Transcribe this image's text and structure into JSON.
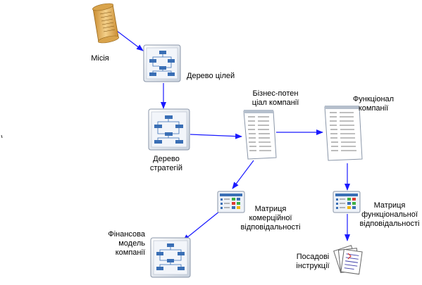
{
  "nodes": {
    "mission": "Місія",
    "goal_tree": "Дерево цілей",
    "strategy_tree": [
      "Дерево",
      "стратегій"
    ],
    "business_potential": [
      "Бізнес-потен",
      "ціал компанії"
    ],
    "functional": [
      "Функціонал",
      "компанії"
    ],
    "commercial_matrix": [
      "Матриця",
      "комерційної",
      "відповідальності"
    ],
    "functional_matrix": [
      "Матриця",
      "функціональної",
      "відповідальності"
    ],
    "financial_model": [
      "Фінансова",
      "модель",
      "компанії"
    ],
    "job_descriptions": [
      "Посадові",
      "інструкції"
    ]
  },
  "colors": {
    "arrow": "#1a1aff",
    "frame_border": "#8a96a8",
    "frame_fill": "#f2f5fa",
    "doc_box": "#3a6fb5",
    "scroll": "#e8b866"
  }
}
